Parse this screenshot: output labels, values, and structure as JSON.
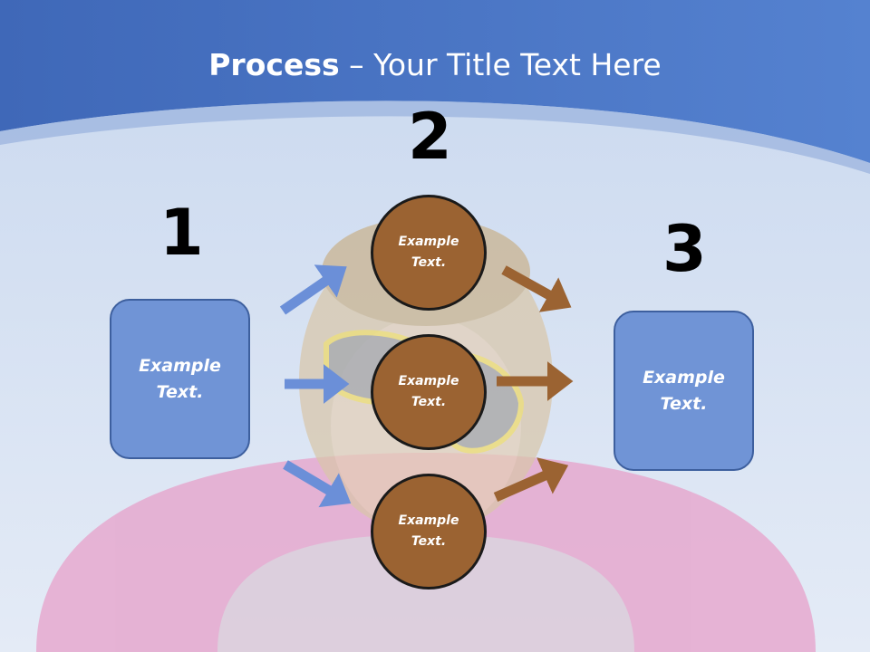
{
  "title": {
    "bold": "Process",
    "rest": " – Your Title Text Here"
  },
  "numbers": {
    "n1": "1",
    "n2": "2",
    "n3": "3"
  },
  "box_left": {
    "line1": "Example",
    "line2": "Text."
  },
  "box_right": {
    "line1": "Example",
    "line2": "Text."
  },
  "circles": [
    {
      "line1": "Example",
      "line2": "Text."
    },
    {
      "line1": "Example",
      "line2": "Text."
    },
    {
      "line1": "Example",
      "line2": "Text."
    }
  ],
  "colors": {
    "header": "#4a76c4",
    "box": "#7094d6",
    "circle": "#9b6332",
    "arrow_blue": "#6b8fd8",
    "arrow_brown": "#9b6332"
  }
}
